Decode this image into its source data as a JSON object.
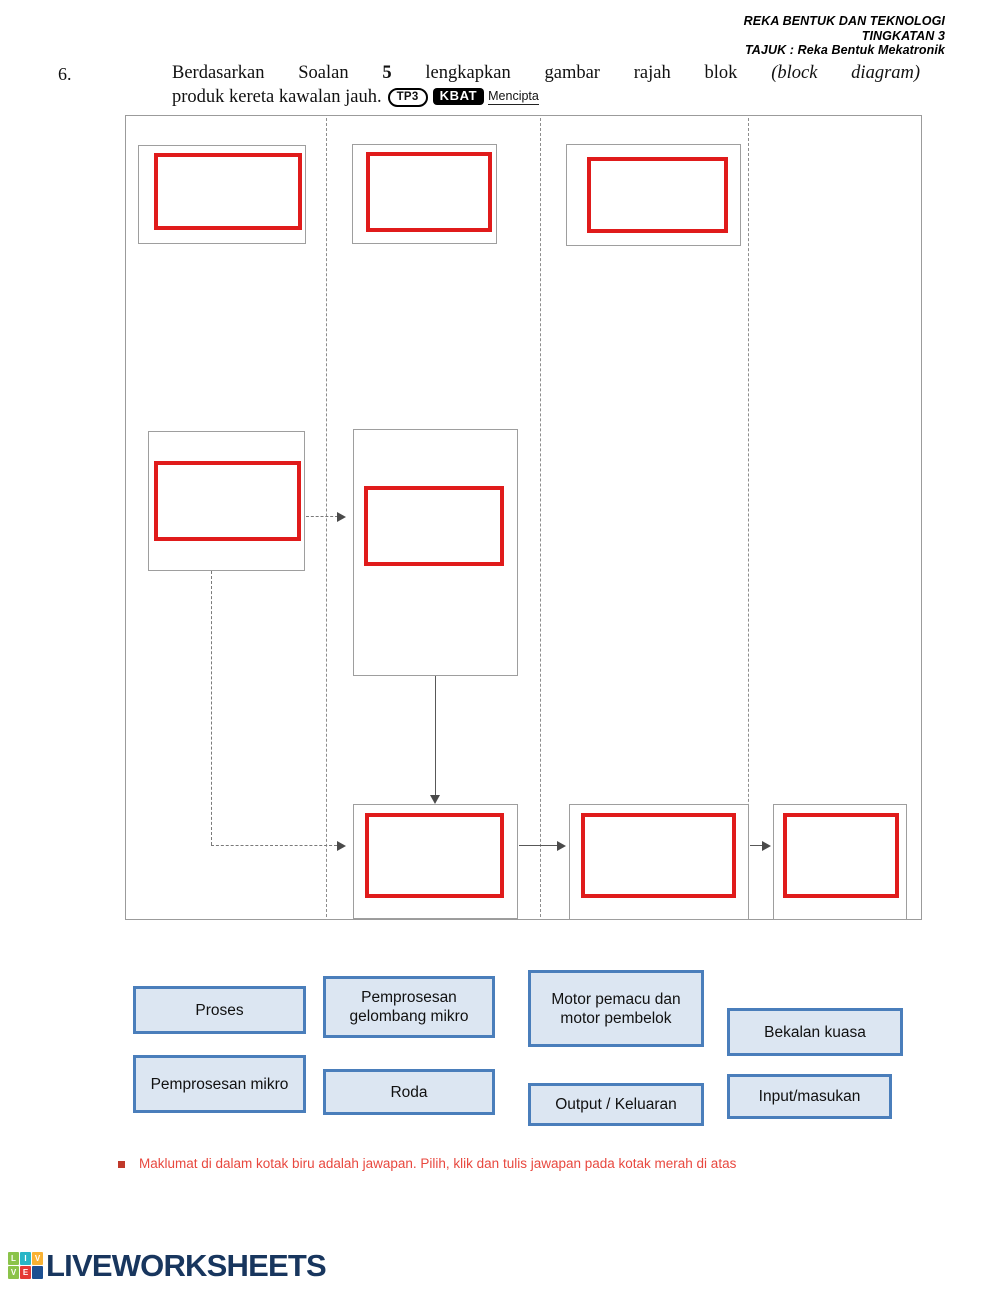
{
  "header": {
    "line1": "REKA BENTUK DAN TEKNOLOGI",
    "line2": "TINGKATAN 3",
    "line3": "TAJUK : Reka Bentuk Mekatronik"
  },
  "question": {
    "number": "6.",
    "line1": "Berdasarkan  Soalan  5  lengkapkan  gambar  rajah  blok  (block diagram)",
    "line1_parts": {
      "a": "Berdasarkan",
      "b": "Soalan",
      "c": "5",
      "d": "lengkapkan",
      "e": "gambar",
      "f": "rajah",
      "g": "blok",
      "h": "(block diagram)"
    },
    "line2": "produk kereta kawalan jauh.",
    "badge_tp": "TP3",
    "badge_kbat": "KBAT",
    "badge_level": "Mencipta"
  },
  "diagram": {
    "answer_boxes": [
      {
        "id": "box-1",
        "value": ""
      },
      {
        "id": "box-2",
        "value": ""
      },
      {
        "id": "box-3",
        "value": ""
      },
      {
        "id": "box-4",
        "value": ""
      },
      {
        "id": "box-5",
        "value": ""
      },
      {
        "id": "box-6",
        "value": ""
      },
      {
        "id": "box-7",
        "value": ""
      },
      {
        "id": "box-8",
        "value": ""
      }
    ]
  },
  "options": [
    {
      "label": "Proses"
    },
    {
      "label": "Pemprosesan gelombang mikro"
    },
    {
      "label": "Motor pemacu dan motor pembelok"
    },
    {
      "label": "Bekalan kuasa"
    },
    {
      "label": "Pemprosesan mikro"
    },
    {
      "label": "Roda"
    },
    {
      "label": "Output / Keluaran"
    },
    {
      "label": "Input/masukan"
    }
  ],
  "note": {
    "text": "Maklumat di dalam kotak biru adalah jawapan. Pilih, klik dan tulis jawapan pada kotak merah di atas"
  },
  "footer": {
    "brand": "LIVEWORKSHEETS",
    "tiles": [
      "L",
      "I",
      "V",
      "V",
      "E",
      "L"
    ]
  },
  "colors": {
    "answer_box_border": "#e01b1b",
    "option_fill": "#dce6f2",
    "option_border": "#4a7ebb",
    "note_text": "#e8483f",
    "brand": "#18365e"
  }
}
